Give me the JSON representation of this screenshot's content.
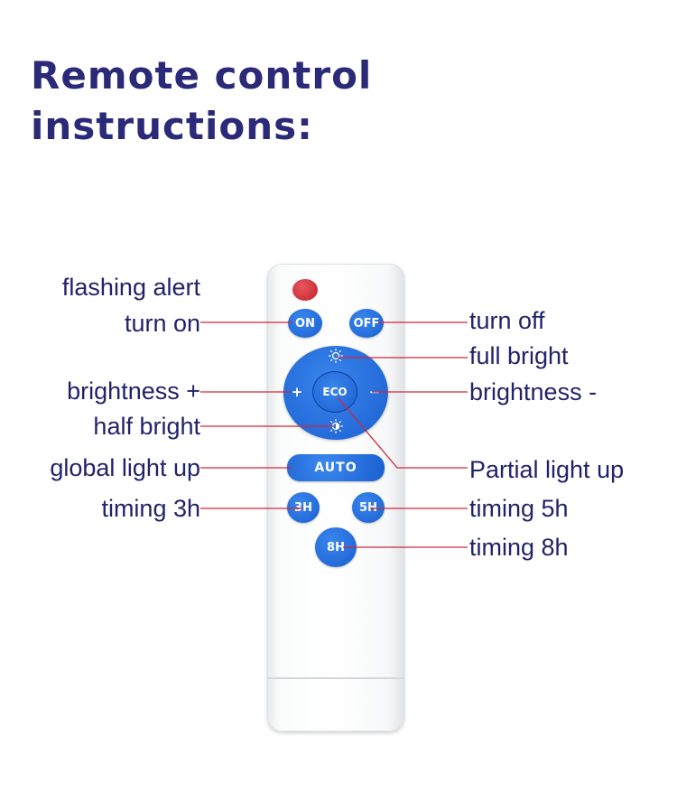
{
  "title": {
    "line1": "Remote control",
    "line2": "instructions:"
  },
  "labels": {
    "flashing_alert": "flashing alert",
    "turn_on": "turn on",
    "turn_off": "turn off",
    "full_bright": "full bright",
    "brightness_plus": "brightness +",
    "brightness_minus": "brightness -",
    "half_bright": "half bright",
    "global_light_up": "global light up",
    "partial_light_up": "Partial light up",
    "timing_3h": "timing 3h",
    "timing_5h": "timing 5h",
    "timing_8h": "timing 8h"
  },
  "buttons": {
    "on": "ON",
    "off": "OFF",
    "eco": "ECO",
    "plus": "+",
    "minus": "−",
    "auto": "AUTO",
    "h3": "3H",
    "h5": "5H",
    "h8": "8H"
  },
  "colors": {
    "title": "#2a2a78",
    "label": "#22226a",
    "leader_line": "#d0283a",
    "button": "#1f66d9",
    "led": "#d02a33"
  }
}
